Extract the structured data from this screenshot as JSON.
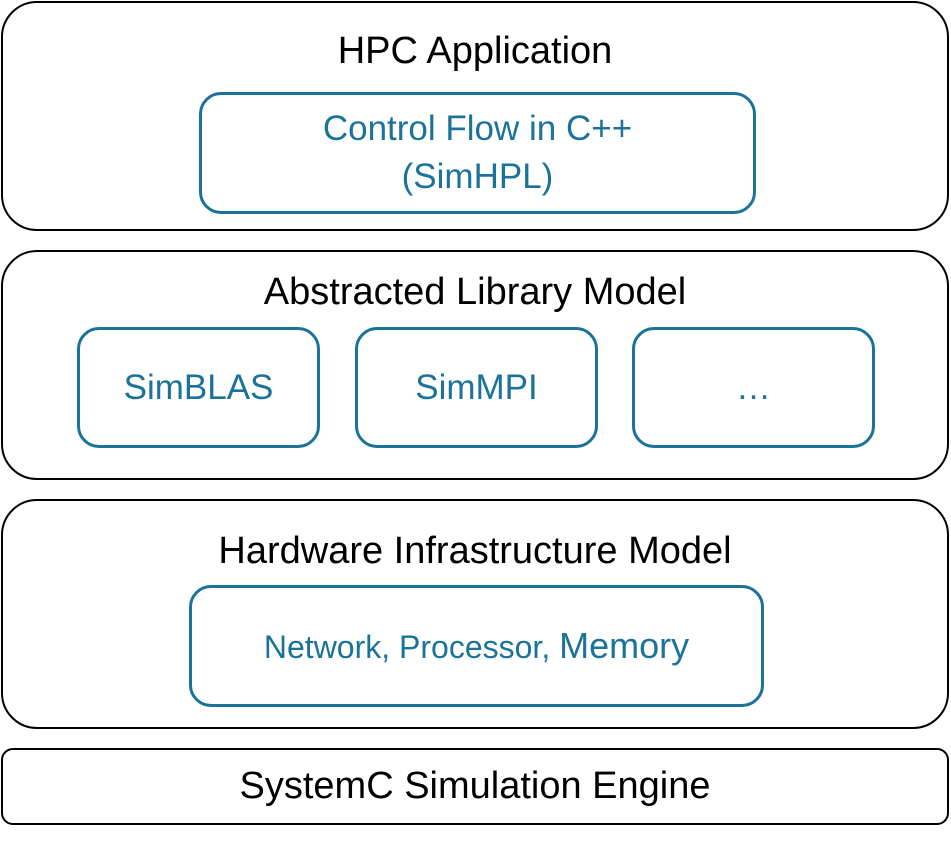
{
  "colors": {
    "module_border": "#1b7399",
    "module_text": "#1b7399",
    "layer_border": "#000000",
    "layer_text": "#000000"
  },
  "layers": {
    "application": {
      "title": "HPC Application",
      "module": {
        "line1": "Control Flow in C++",
        "line2": "(SimHPL)"
      }
    },
    "library": {
      "title": "Abstracted Library Model",
      "modules": [
        "SimBLAS",
        "SimMPI",
        "…"
      ]
    },
    "hardware": {
      "title": "Hardware Infrastructure Model",
      "module": {
        "prefix": "Network, Processor, ",
        "memory": "Memory"
      }
    },
    "engine": {
      "title": "SystemC Simulation Engine"
    }
  }
}
